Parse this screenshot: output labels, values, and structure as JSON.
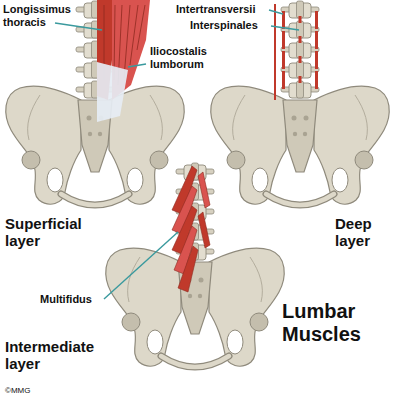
{
  "diagram": {
    "title": "Lumbar Muscles",
    "labels": [
      "Longissimus thoracis",
      "Iliocostalis lumborum",
      "Intertransversii",
      "Interspinales",
      "Superficial layer",
      "Deep layer",
      "Multifidus",
      "Intermediate layer",
      "©MMG"
    ]
  }
}
